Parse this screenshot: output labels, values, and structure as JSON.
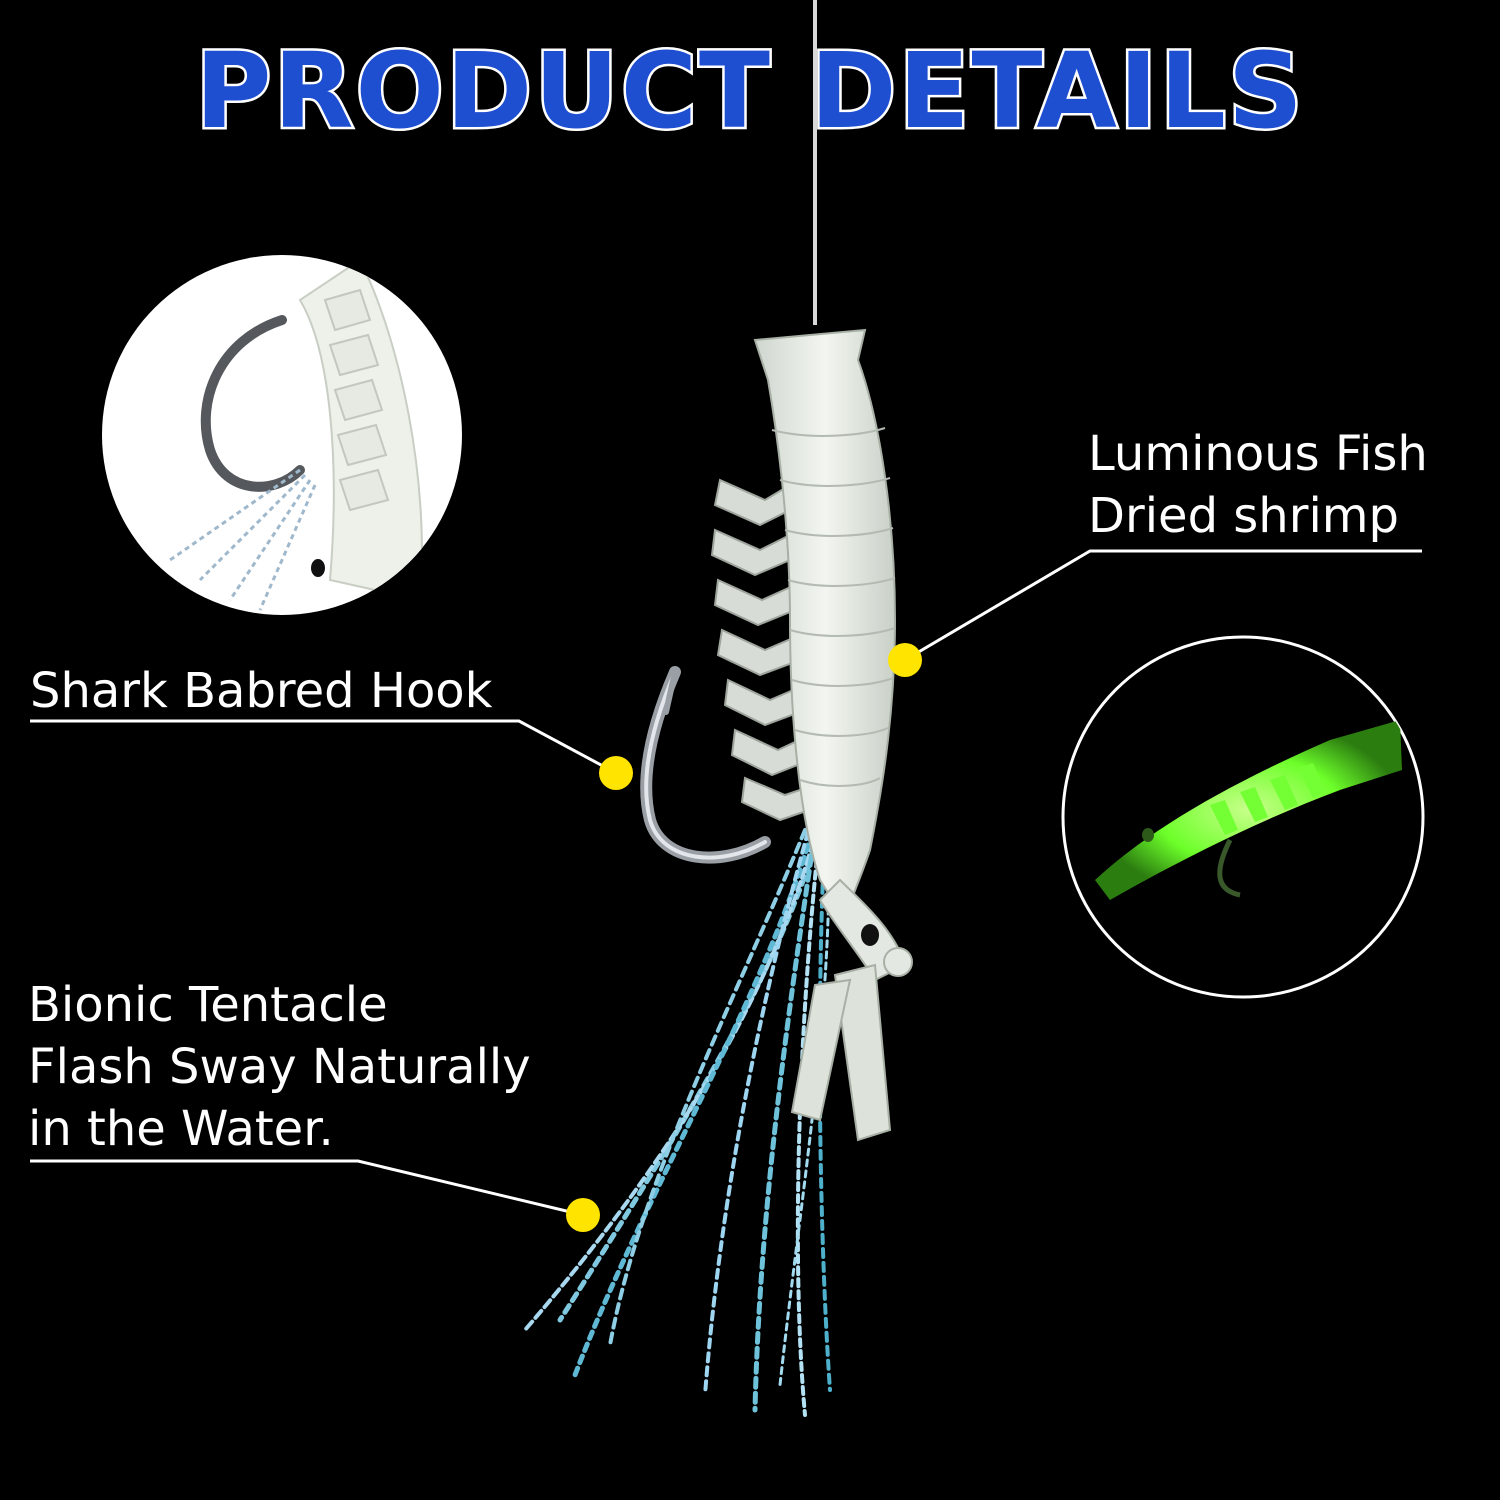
{
  "title": "PRODUCT DETAILS",
  "callouts": {
    "luminous": {
      "line1": "Luminous Fish",
      "line2": "Dried shrimp"
    },
    "hook": {
      "line1": "Shark Babred Hook"
    },
    "tentacle": {
      "line1": "Bionic Tentacle",
      "line2": "Flash Sway Naturally",
      "line3": "in the Water."
    }
  },
  "colors": {
    "background": "#000000",
    "title_fill": "#1f4fd1",
    "title_stroke": "#ffffff",
    "marker": "#ffe400",
    "glow": "#7dff3a",
    "lure_body": "#e8ece4"
  },
  "icons": {
    "callout_marker": "yellow-dot",
    "hook_inset": "hook-closeup-circle",
    "glow_inset": "glowing-shrimp-circle"
  }
}
